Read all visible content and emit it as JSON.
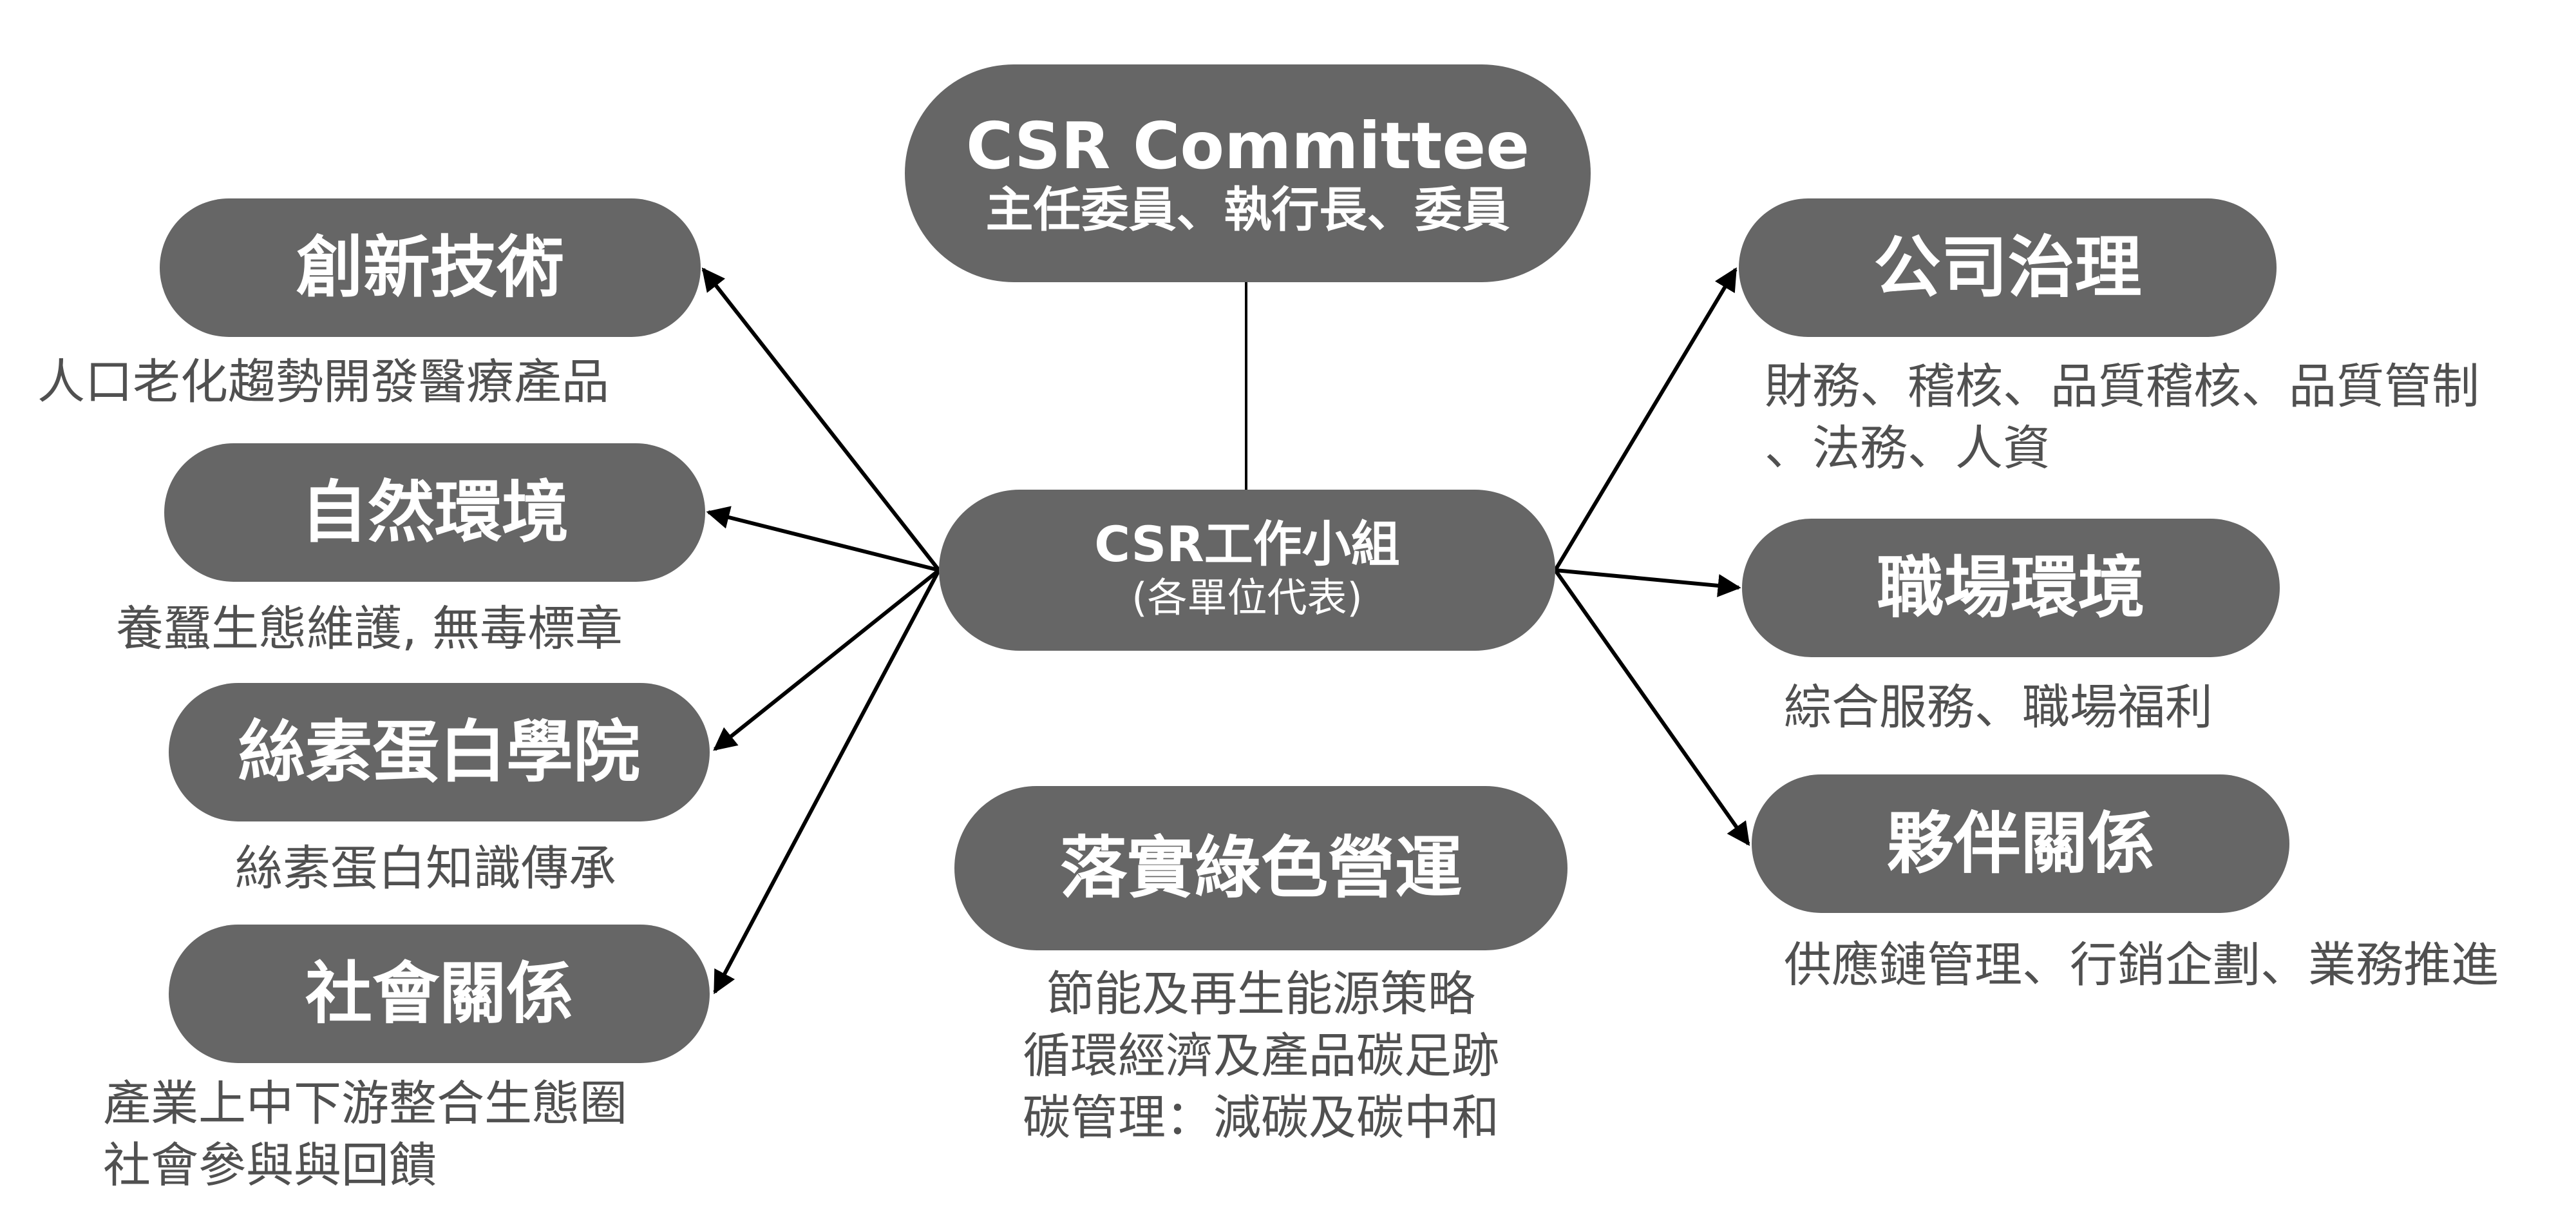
{
  "committee": {
    "title": "CSR Committee",
    "subtitle": "主任委員、執行長、委員"
  },
  "workgroup": {
    "title": "CSR工作小組",
    "subtitle": "(各單位代表)"
  },
  "left_nodes": [
    {
      "label": "創新技術",
      "desc": "人口老化趨勢開發醫療產品"
    },
    {
      "label": "自然環境",
      "desc": "養蠶生態維護, 無毒標章"
    },
    {
      "label": "絲素蛋白學院",
      "desc": "絲素蛋白知識傳承"
    },
    {
      "label": "社會關係",
      "desc": "產業上中下游整合生態圈\n社會參與與回饋"
    }
  ],
  "right_nodes": [
    {
      "label": "公司治理",
      "desc": "財務、稽核、品質稽核、品質管制\n、法務、人資"
    },
    {
      "label": "職場環境",
      "desc": "綜合服務、職場福利"
    },
    {
      "label": "夥伴關係",
      "desc": "供應鏈管理、行銷企劃、業務推進"
    }
  ],
  "center_node": {
    "label": "落實綠色營運",
    "desc": "節能及再生能源策略\n循環經濟及產品碳足跡\n碳管理：減碳及碳中和"
  },
  "colors": {
    "pill": "#666666",
    "pill_text": "#ffffff",
    "desc_text": "#505050",
    "line": "#000000"
  }
}
